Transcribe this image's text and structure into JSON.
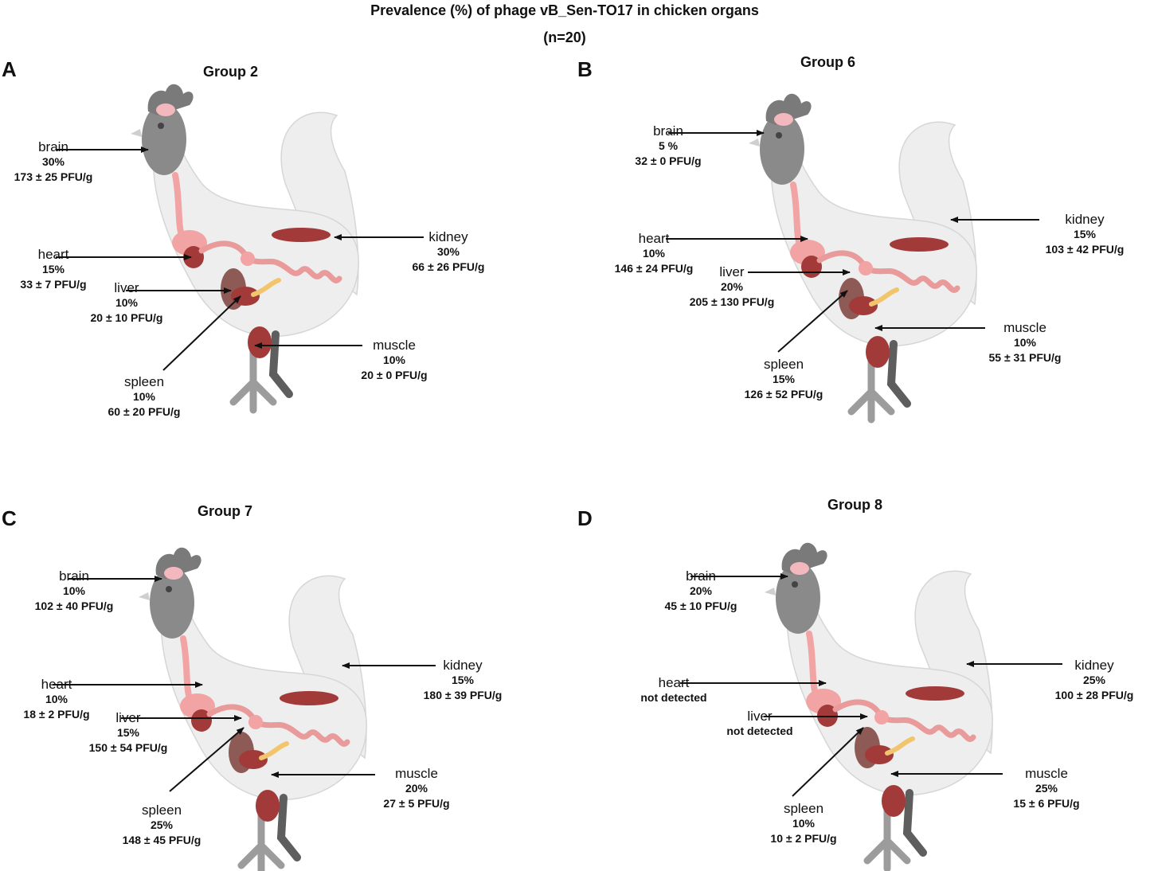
{
  "figure": {
    "title_line1": "Prevalence (%) of phage vB_Sen-TO17 in chicken organs",
    "title_line2": "(n=20)"
  },
  "panels": [
    {
      "letter": "A",
      "group": "Group 2",
      "organs": {
        "brain": {
          "name": "brain",
          "pct": "30%",
          "value": "173 ± 25 PFU/g"
        },
        "heart": {
          "name": "heart",
          "pct": "15%",
          "value": "33 ± 7 PFU/g"
        },
        "liver": {
          "name": "liver",
          "pct": "10%",
          "value": "20 ± 10 PFU/g"
        },
        "spleen": {
          "name": "spleen",
          "pct": "10%",
          "value": "60 ± 20 PFU/g"
        },
        "kidney": {
          "name": "kidney",
          "pct": "30%",
          "value": "66 ± 26 PFU/g"
        },
        "muscle": {
          "name": "muscle",
          "pct": "10%",
          "value": "20 ± 0 PFU/g"
        }
      }
    },
    {
      "letter": "B",
      "group": "Group 6",
      "organs": {
        "brain": {
          "name": "brain",
          "pct": "5 %",
          "value": "32 ± 0 PFU/g"
        },
        "heart": {
          "name": "heart",
          "pct": "10%",
          "value": "146 ± 24 PFU/g"
        },
        "liver": {
          "name": "liver",
          "pct": "20%",
          "value": "205 ± 130 PFU/g"
        },
        "spleen": {
          "name": "spleen",
          "pct": "15%",
          "value": "126 ± 52 PFU/g"
        },
        "kidney": {
          "name": "kidney",
          "pct": "15%",
          "value": "103 ± 42 PFU/g"
        },
        "muscle": {
          "name": "muscle",
          "pct": "10%",
          "value": "55 ± 31 PFU/g"
        }
      }
    },
    {
      "letter": "C",
      "group": "Group 7",
      "organs": {
        "brain": {
          "name": "brain",
          "pct": "10%",
          "value": "102 ± 40 PFU/g"
        },
        "heart": {
          "name": "heart",
          "pct": "10%",
          "value": "18 ± 2 PFU/g"
        },
        "liver": {
          "name": "liver",
          "pct": "15%",
          "value": "150 ± 54 PFU/g"
        },
        "spleen": {
          "name": "spleen",
          "pct": "25%",
          "value": "148 ± 45 PFU/g"
        },
        "kidney": {
          "name": "kidney",
          "pct": "15%",
          "value": "180 ± 39 PFU/g"
        },
        "muscle": {
          "name": "muscle",
          "pct": "20%",
          "value": "27 ± 5 PFU/g"
        }
      }
    },
    {
      "letter": "D",
      "group": "Group 8",
      "organs": {
        "brain": {
          "name": "brain",
          "pct": "20%",
          "value": "45 ± 10 PFU/g"
        },
        "heart": {
          "name": "heart",
          "pct": "not detected",
          "value": ""
        },
        "liver": {
          "name": "liver",
          "pct": "not detected",
          "value": ""
        },
        "spleen": {
          "name": "spleen",
          "pct": "10%",
          "value": "10 ± 2 PFU/g"
        },
        "kidney": {
          "name": "kidney",
          "pct": "25%",
          "value": "100 ± 28 PFU/g"
        },
        "muscle": {
          "name": "muscle",
          "pct": "25%",
          "value": "15 ± 6 PFU/g"
        }
      }
    }
  ],
  "colors": {
    "body": "#eeeeee",
    "outline": "#d6d6d6",
    "head": "#8a8a8a",
    "comb": "#7a7a7a",
    "organ_dark": "#a23a3a",
    "organ_light": "#f2a3a3",
    "intestine": "#e99a9a",
    "liver_brown": "#8e5a55",
    "arrow": "#111111"
  }
}
